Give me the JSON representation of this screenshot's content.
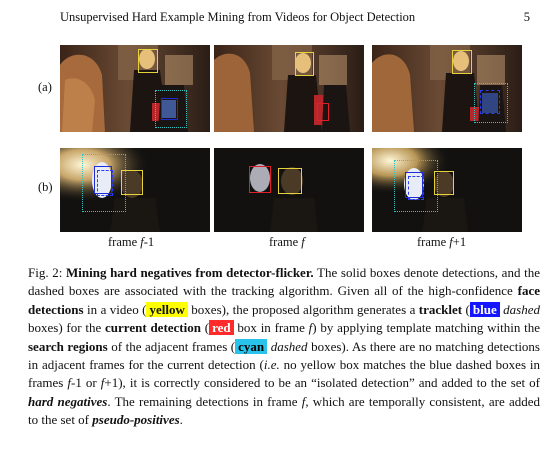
{
  "header": {
    "title": "Unsupervised Hard Example Mining from Videos for Object Detection",
    "page_number": "5"
  },
  "figure": {
    "row_labels": [
      "(a)",
      "(b)"
    ],
    "frame_labels": [
      "frame f-1",
      "frame f",
      "frame f+1"
    ]
  },
  "caption": {
    "fig_label": "Fig. 2:",
    "bold_title": "Mining hard negatives from detector-flicker.",
    "t1": " The solid boxes denote detections, and the dashed boxes are associated with the tracking algorithm. Given all of the high-confidence ",
    "face_detections": "face detections",
    "t2": " in a video (",
    "yellow": "yellow",
    "t3": " boxes), the proposed algorithm generates a ",
    "tracklet": "tracklet",
    "t4": " (",
    "blue": "blue",
    "dashed1": " dashed",
    "t5": " boxes) for the ",
    "current_detection": "current detection",
    "t6": " (",
    "red": "red",
    "t7": " box in frame ",
    "f1": "f",
    "t8": ") by applying template matching within the ",
    "search_regions": "search regions",
    "t9": " of the adjacent frames (",
    "cyan": "cyan",
    "dashed2": " dashed",
    "t10": " boxes). As there are no matching detections in adjacent frames for the current detection (",
    "ie": "i.e.",
    "t11": " no yellow box matches the blue dashed boxes in frames ",
    "fm1": "f",
    "t12": "-1 or ",
    "fp1": "f",
    "t13": "+1), it is correctly considered to be an “isolated detection” and added to the set of ",
    "hard_negatives": "hard negatives",
    "t14": ". The remaining detections in frame ",
    "f2": "f",
    "t15": ", which are temporally consistent, are added to the set of ",
    "pseudo_positives": "pseudo-positives",
    "t16": "."
  }
}
